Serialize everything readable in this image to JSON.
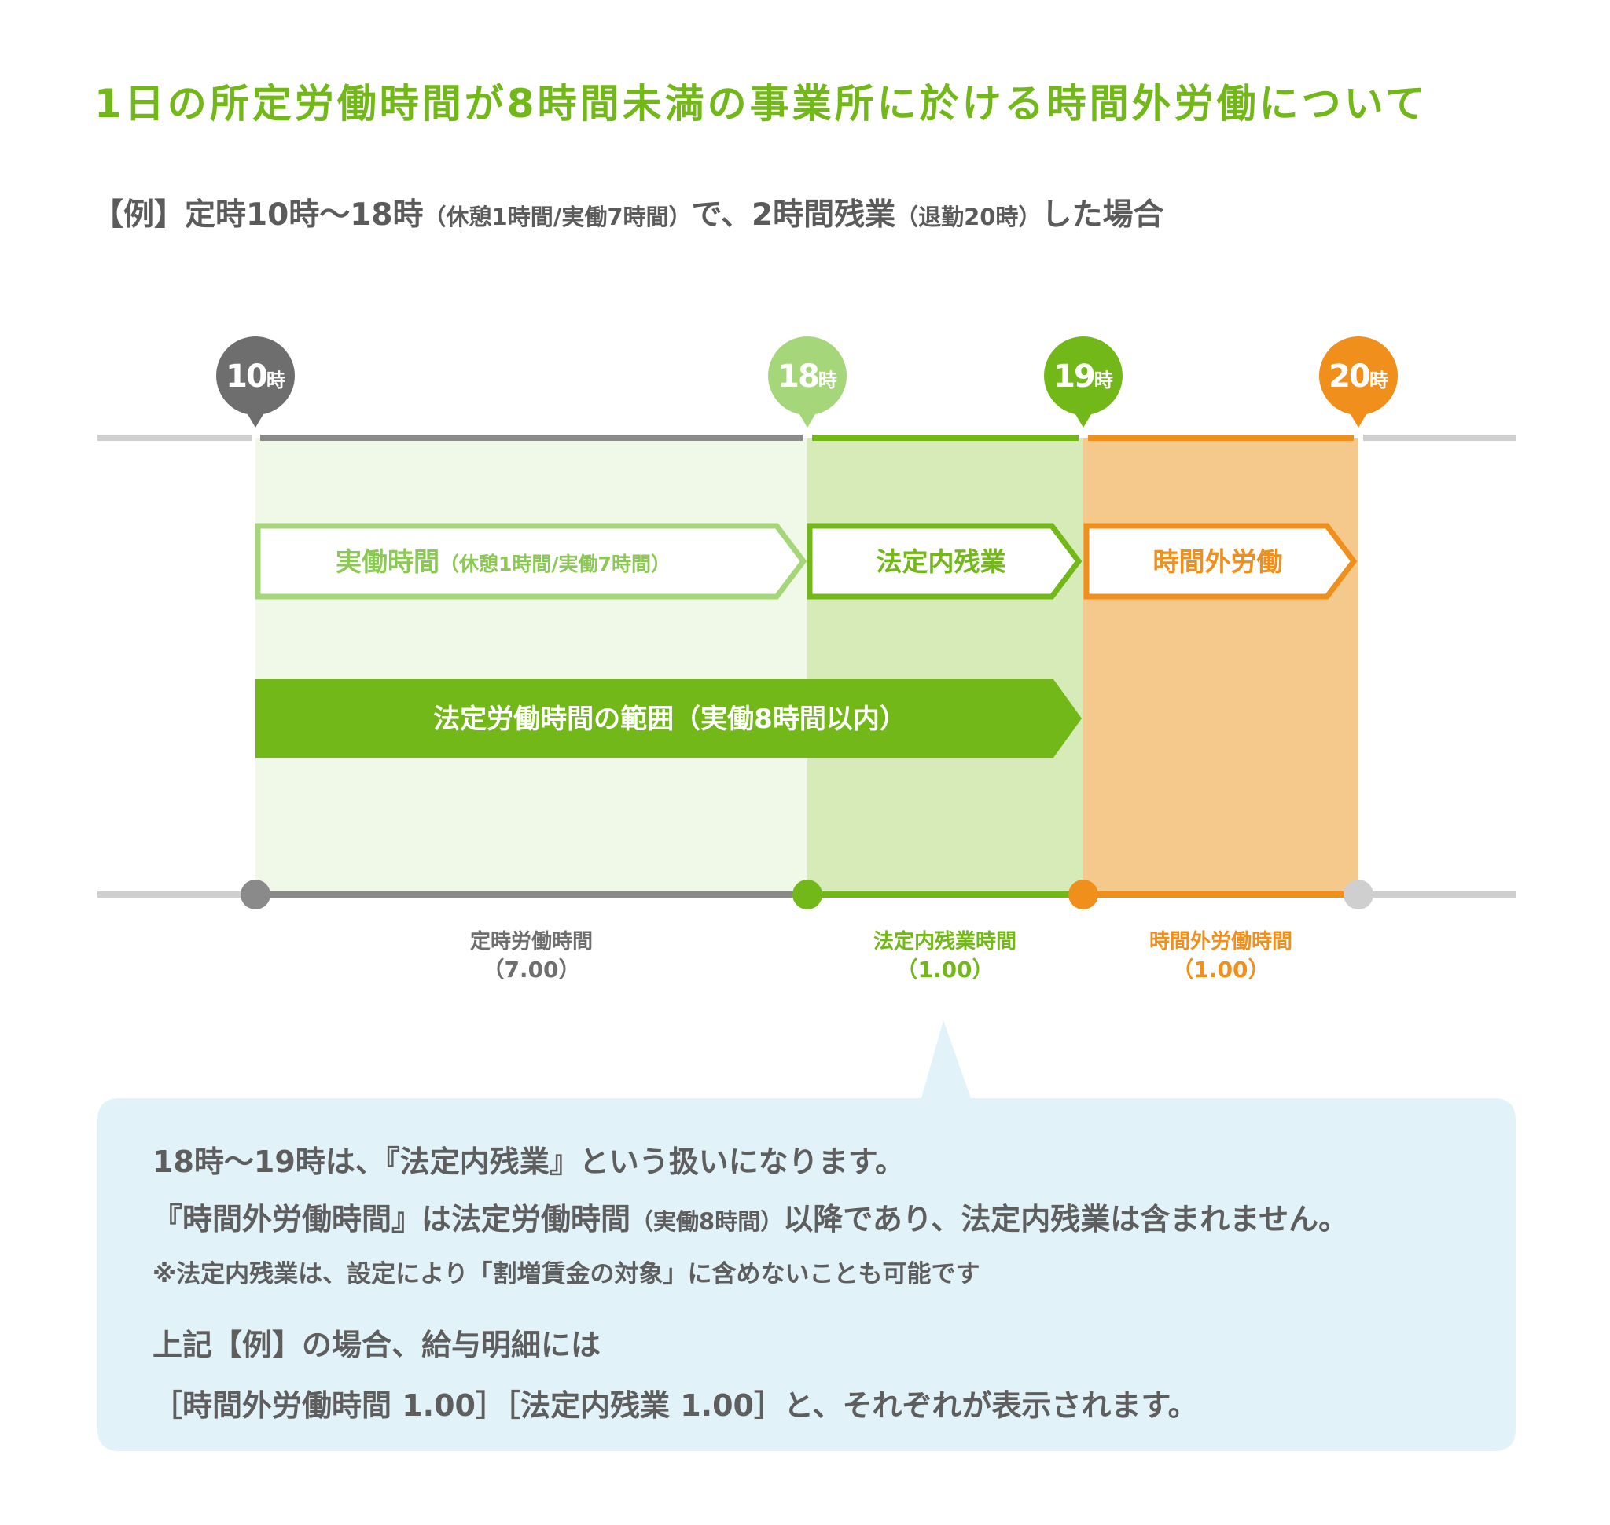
{
  "title": "1日の所定労働時間が8時間未満の事業所に於ける時間外労働について",
  "subtitle": {
    "main1": "【例】定時10時〜18時",
    "paren1": "（休憩1時間/実働7時間）",
    "main2": "で、2時間残業",
    "paren2": "（退勤20時）",
    "main3": "した場合"
  },
  "markers": [
    {
      "label": "10",
      "unit": "時",
      "color": "#6e6e6e"
    },
    {
      "label": "18",
      "unit": "時",
      "color": "#a6d67a"
    },
    {
      "label": "19",
      "unit": "時",
      "color": "#73b819"
    },
    {
      "label": "20",
      "unit": "時",
      "color": "#f08f1c"
    }
  ],
  "arrows": {
    "actual_main": "実働時間",
    "actual_paren": "（休憩1時間/実働7時間）",
    "legal_ot": "法定内残業",
    "overtime": "時間外労働",
    "legal_range": "法定労働時間の範囲（実働8時間以内）"
  },
  "bottom_labels": {
    "regular": {
      "name": "定時労働時間",
      "value": "（7.00）"
    },
    "legal_ot": {
      "name": "法定内残業時間",
      "value": "（1.00）"
    },
    "overtime": {
      "name": "時間外労働時間",
      "value": "（1.00）"
    }
  },
  "callout": {
    "line1": "18時〜19時は、『法定内残業』という扱いになります。",
    "line2a": "『時間外労働時間』は法定労働時間",
    "line2b": "（実働8時間）",
    "line2c": "以降であり、法定内残業は含まれません。",
    "line3": "※法定内残業は、設定により「割増賃金の対象」に含めないことも可能です",
    "line4": "上記【例】の場合、給与明細には",
    "line5": "［時間外労働時間 1.00］［法定内残業 1.00］と、それぞれが表示されます。"
  },
  "colors": {
    "green": "#73b819",
    "light_green": "#a6d67a",
    "orange": "#f08f1c",
    "gray": "#8a8a8a",
    "callout_bg": "#e2f2f9"
  }
}
